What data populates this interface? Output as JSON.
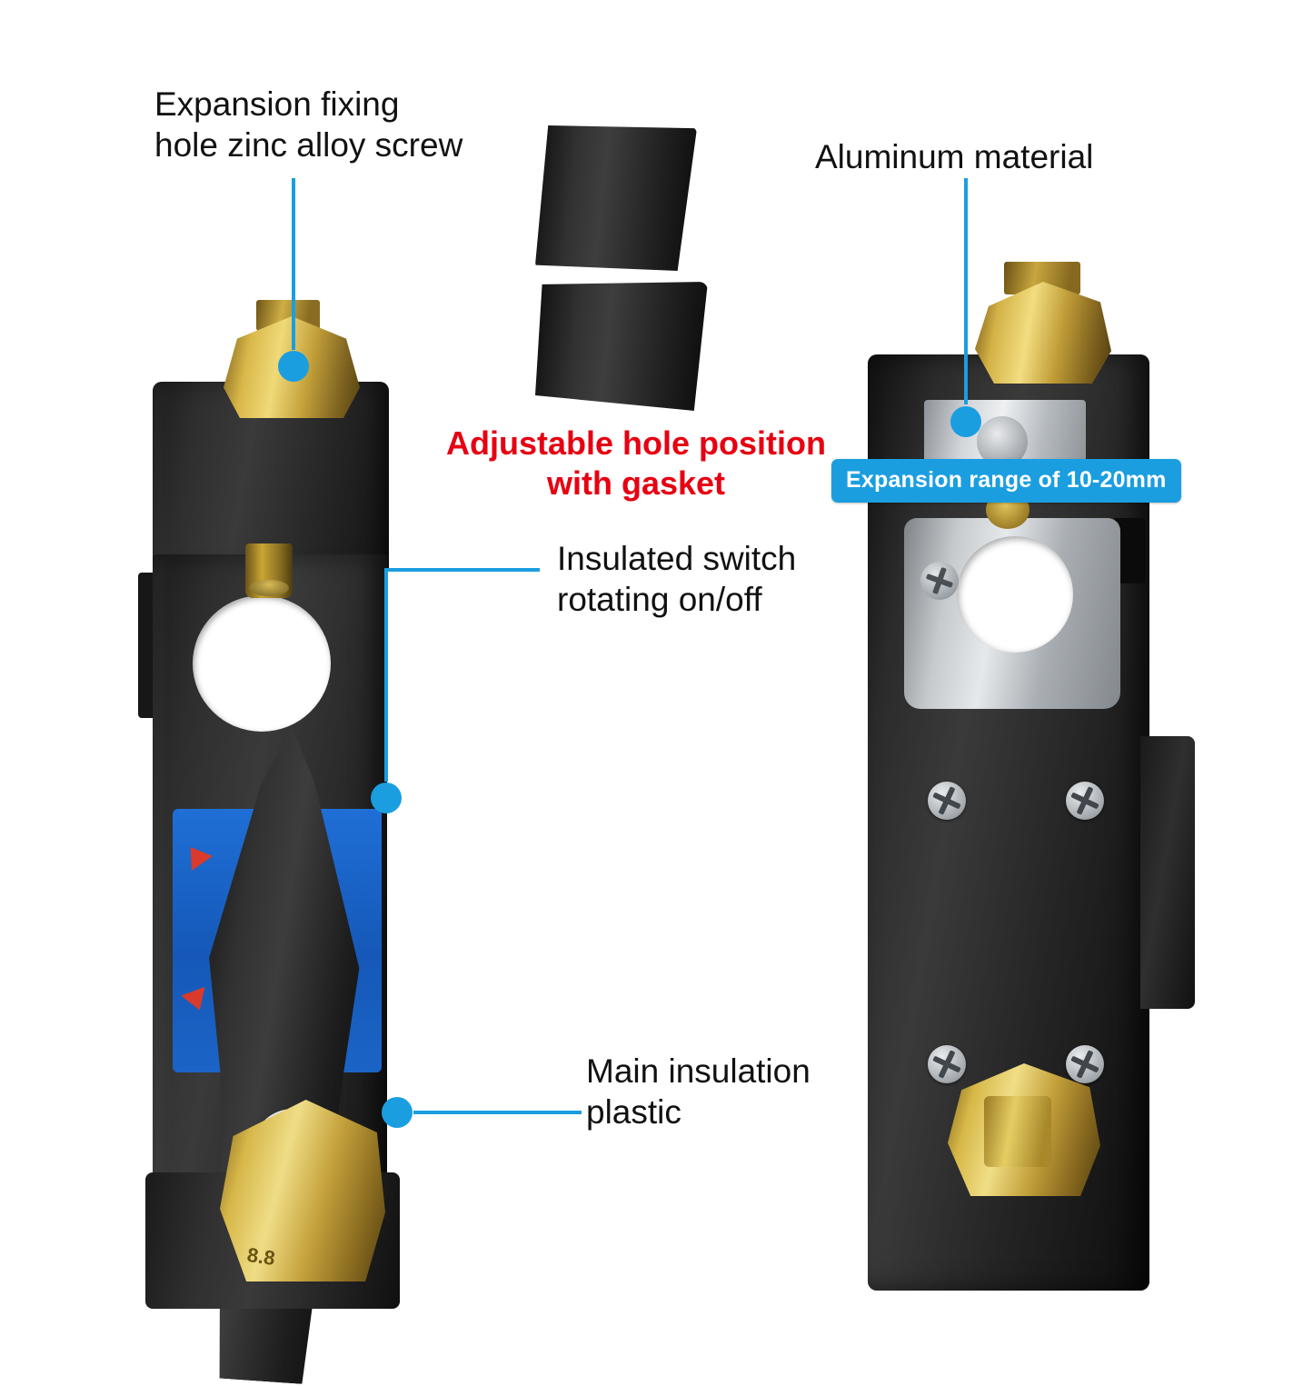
{
  "meta": {
    "title": "Battery disconnect switch annotated product diagram",
    "accent_color": "#1b9ee0",
    "highlight_color": "#e60012",
    "background_color": "#ffffff"
  },
  "callouts": [
    {
      "id": "expansion-fixing-hole",
      "text": "Expansion fixing\nhole zinc alloy screw",
      "color": "#111111"
    },
    {
      "id": "aluminum-material",
      "text": "Aluminum material",
      "color": "#111111"
    },
    {
      "id": "adjustable-hole-position",
      "text": "Adjustable hole position\nwith gasket",
      "color": "#e60012"
    },
    {
      "id": "insulated-switch",
      "text": "Insulated switch\nrotating on/off",
      "color": "#111111"
    },
    {
      "id": "main-insulation-plastic",
      "text": "Main insulation\nplastic",
      "color": "#111111"
    }
  ],
  "badge": {
    "text": "Expansion range of 10-20mm",
    "background": "#1b9ee0",
    "text_color": "#ffffff"
  },
  "parts": {
    "bolt_marking": "8.8",
    "gaskets_count": 2
  }
}
